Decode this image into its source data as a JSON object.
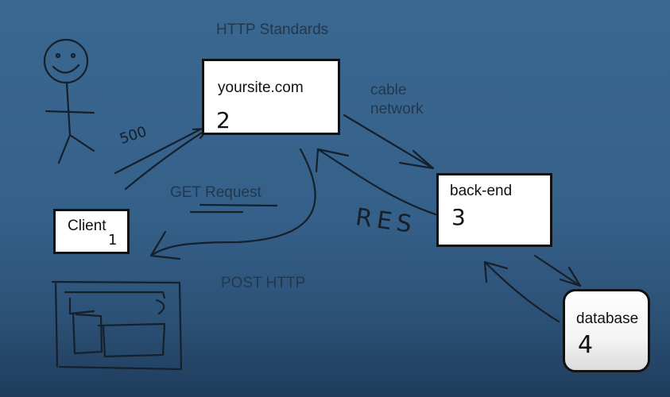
{
  "diagram": {
    "heading": "HTTP Standards",
    "nodes": {
      "yoursite": {
        "label": "yoursite.com",
        "number": "2"
      },
      "backend": {
        "label": "back-end",
        "number": "3"
      },
      "client": {
        "label": "Client",
        "number": "1"
      },
      "database": {
        "label": "database",
        "number": "4"
      }
    },
    "edge_labels": {
      "cable_line1": "cable",
      "cable_line2": "network",
      "get_request": "GET Request",
      "post_http": "POST HTTP",
      "res": "RES",
      "code_500": "500"
    }
  }
}
